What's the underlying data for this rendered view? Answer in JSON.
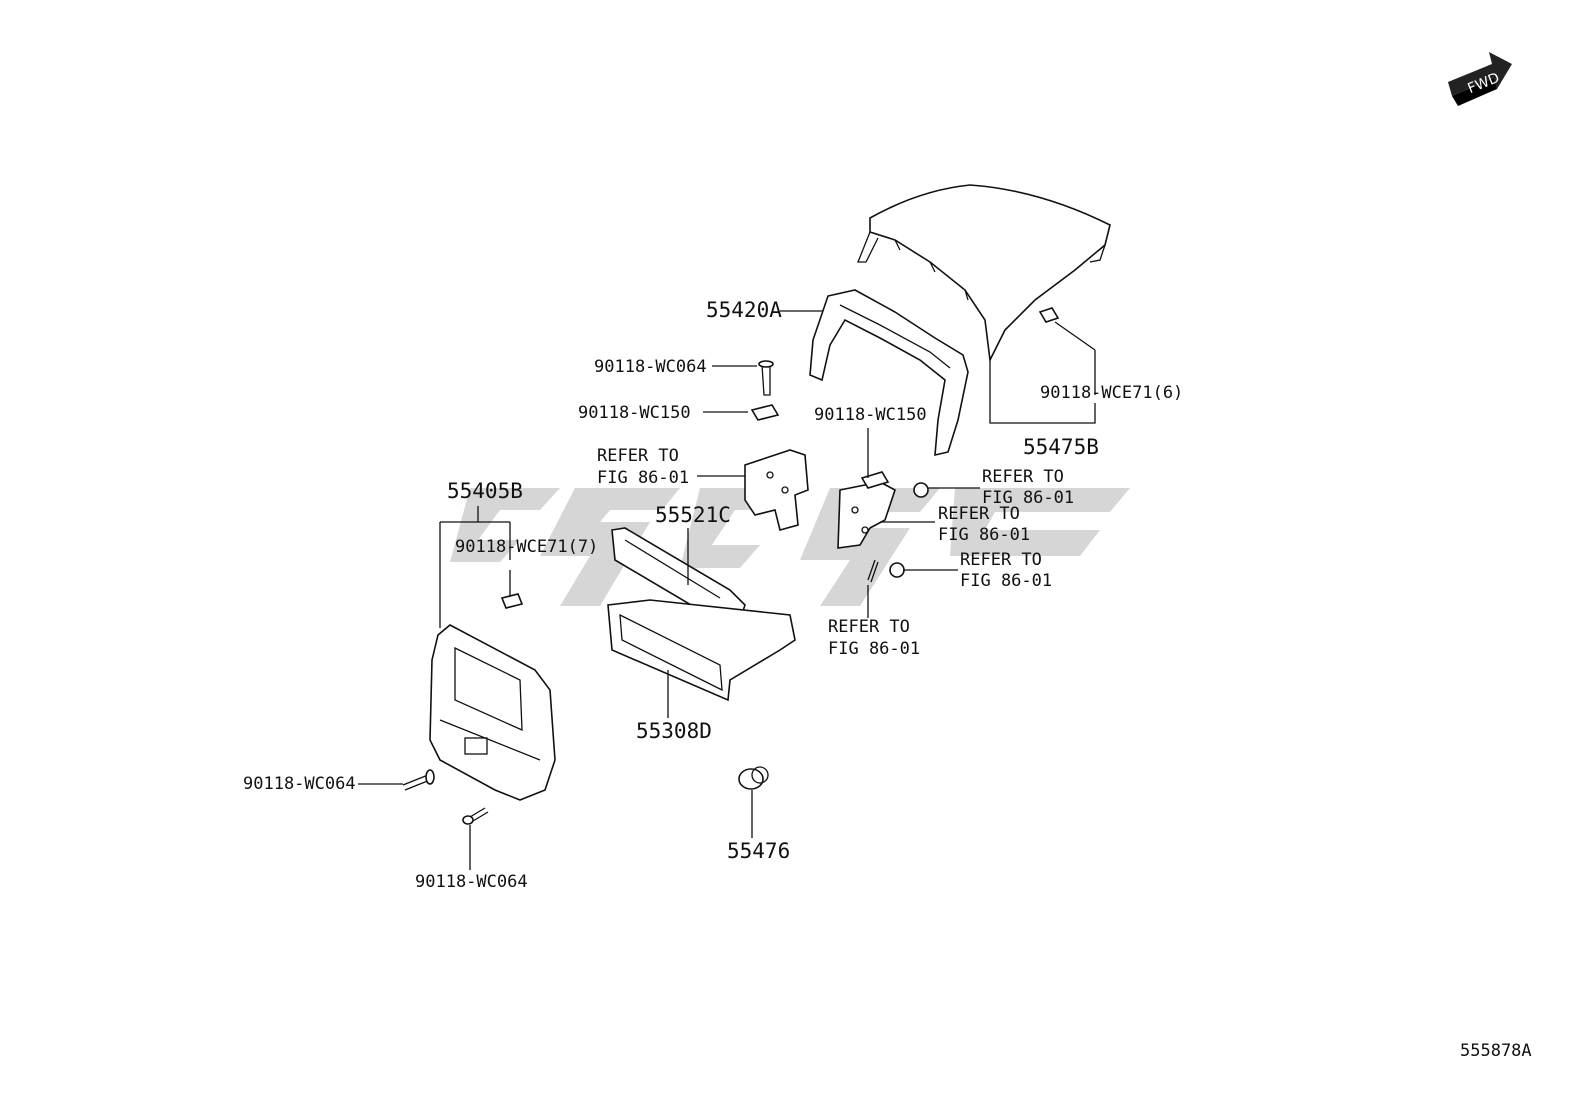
{
  "fwd_badge": "FWD",
  "diagram_id": "555878A",
  "labels": {
    "p55420A": "55420A",
    "p90118_wc064_top": "90118-WC064",
    "p90118_wc150_left": "90118-WC150",
    "p90118_wc150_right": "90118-WC150",
    "p90118_wce71_6": "90118-WCE71(6)",
    "p55475B": "55475B",
    "refer1_a": "REFER TO",
    "refer1_b": "FIG 86-01",
    "refer2_a": "REFER TO",
    "refer2_b": "FIG 86-01",
    "refer3_a": "REFER TO",
    "refer3_b": "FIG 86-01",
    "refer4_a": "REFER TO",
    "refer4_b": "FIG 86-01",
    "refer5_a": "REFER TO",
    "refer5_b": "FIG 86-01",
    "p55405B": "55405B",
    "p90118_wce71_7": "90118-WCE71(7)",
    "p55521C": "55521C",
    "p55308D": "55308D",
    "p90118_wc064_left": "90118-WC064",
    "p90118_wc064_bottom": "90118-WC064",
    "p55476": "55476"
  },
  "icons": [
    "fwd-arrow-icon",
    "screw-icon",
    "clip-icon",
    "grommet-icon"
  ]
}
